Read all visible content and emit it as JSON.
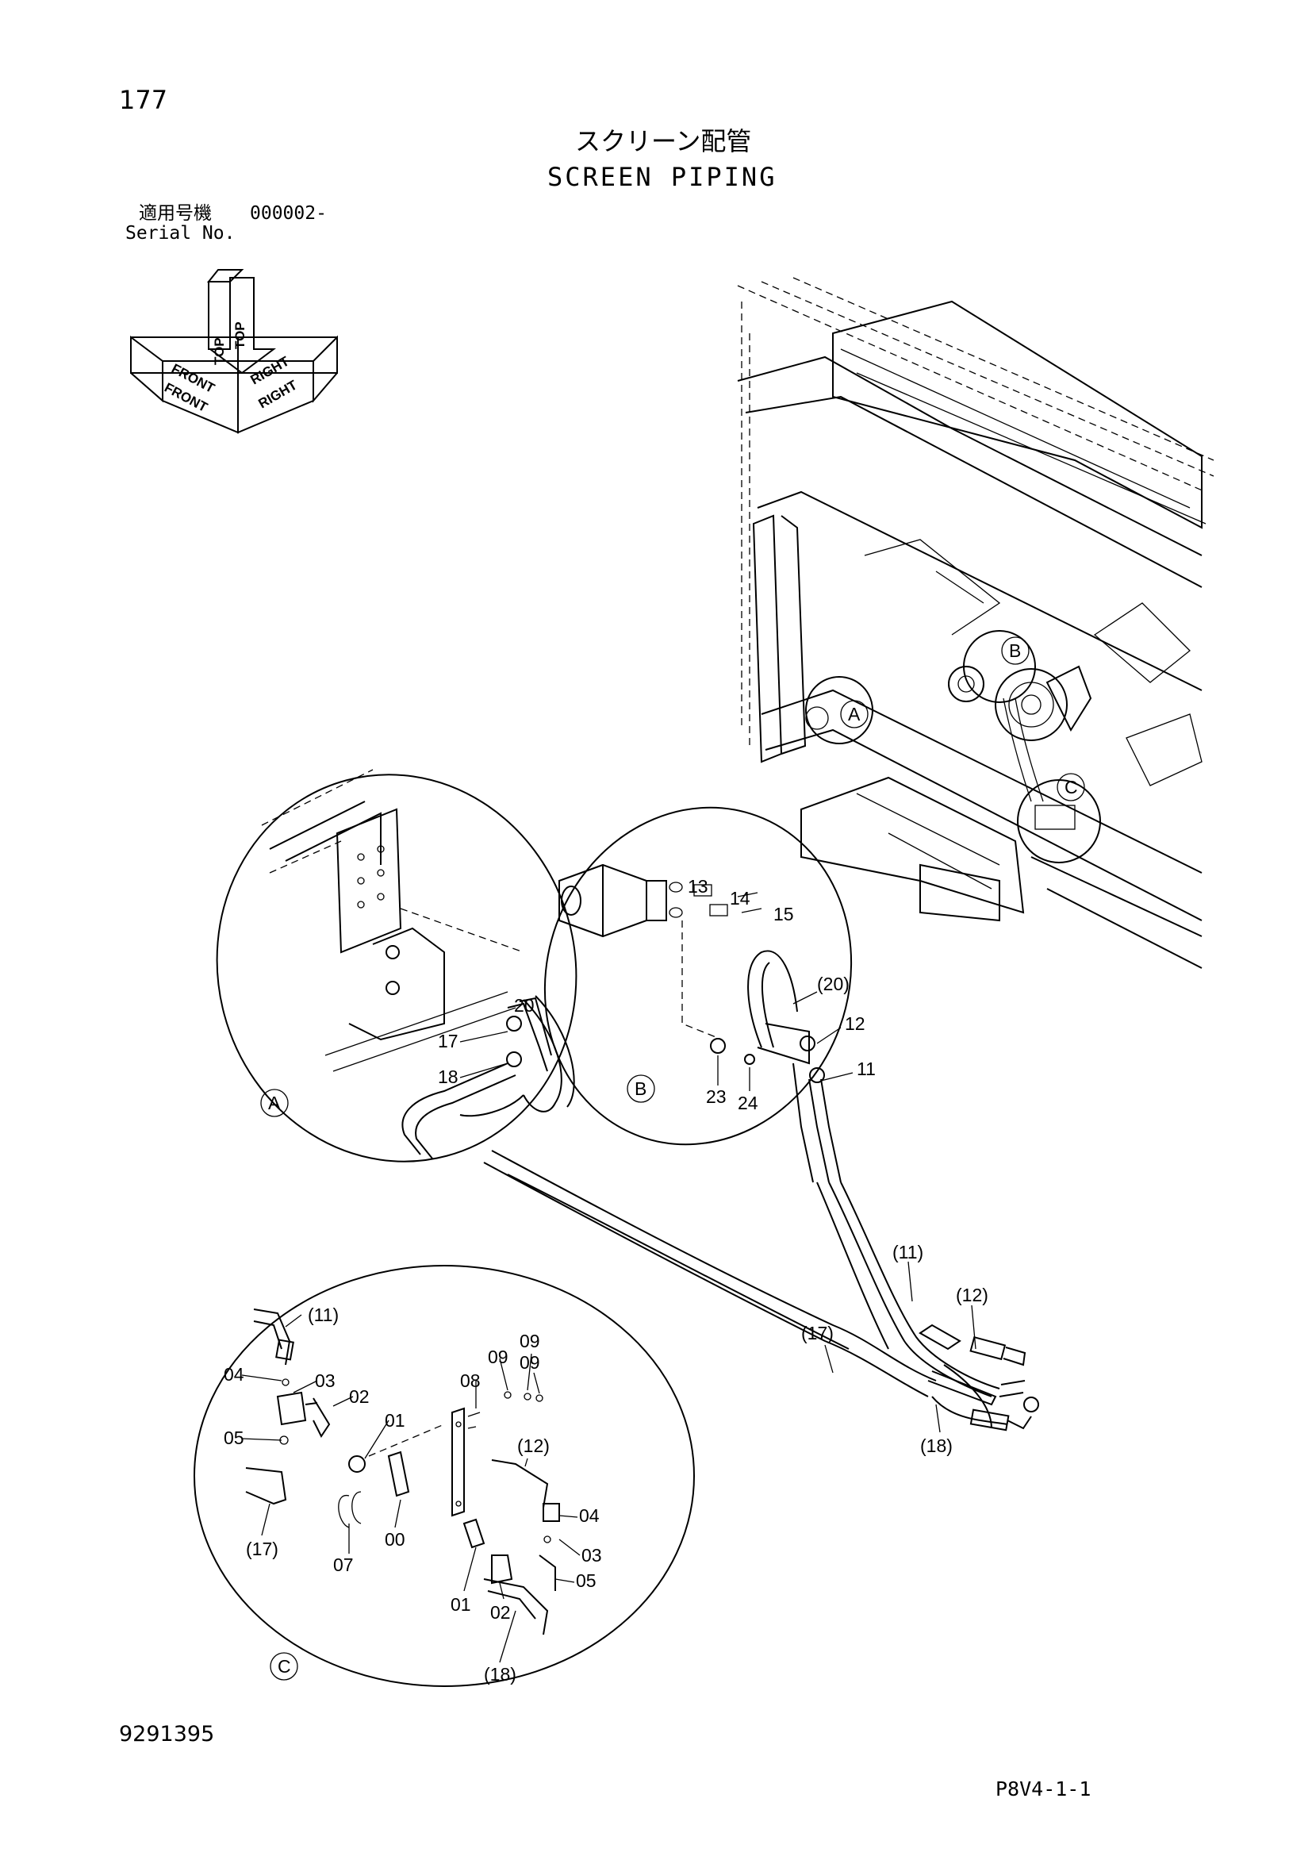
{
  "page_number": "177",
  "title_jp": "スクリーン配管",
  "title_en": "SCREEN PIPING",
  "serial": {
    "label_jp": "適用号機",
    "value": "000002-",
    "label_en": "Serial No."
  },
  "orientation": {
    "front": "FRONT",
    "top": "TOP",
    "right": "RIGHT"
  },
  "detail_labels": [
    "A",
    "B",
    "C"
  ],
  "callouts": {
    "A": [
      "20",
      "17",
      "18"
    ],
    "B": [
      "13",
      "14",
      "15",
      "(20)",
      "12",
      "11",
      "23",
      "24"
    ],
    "main": [
      "(11)",
      "(12)",
      "(17)",
      "(18)"
    ],
    "C": [
      "(11)",
      "04",
      "03",
      "02",
      "01",
      "05",
      "(17)",
      "07",
      "00",
      "08",
      "09",
      "09",
      "09",
      "(12)",
      "04",
      "03",
      "05",
      "01",
      "02",
      "(18)"
    ]
  },
  "doc_code": "9291395",
  "fig_code": "P8V4-1-1"
}
